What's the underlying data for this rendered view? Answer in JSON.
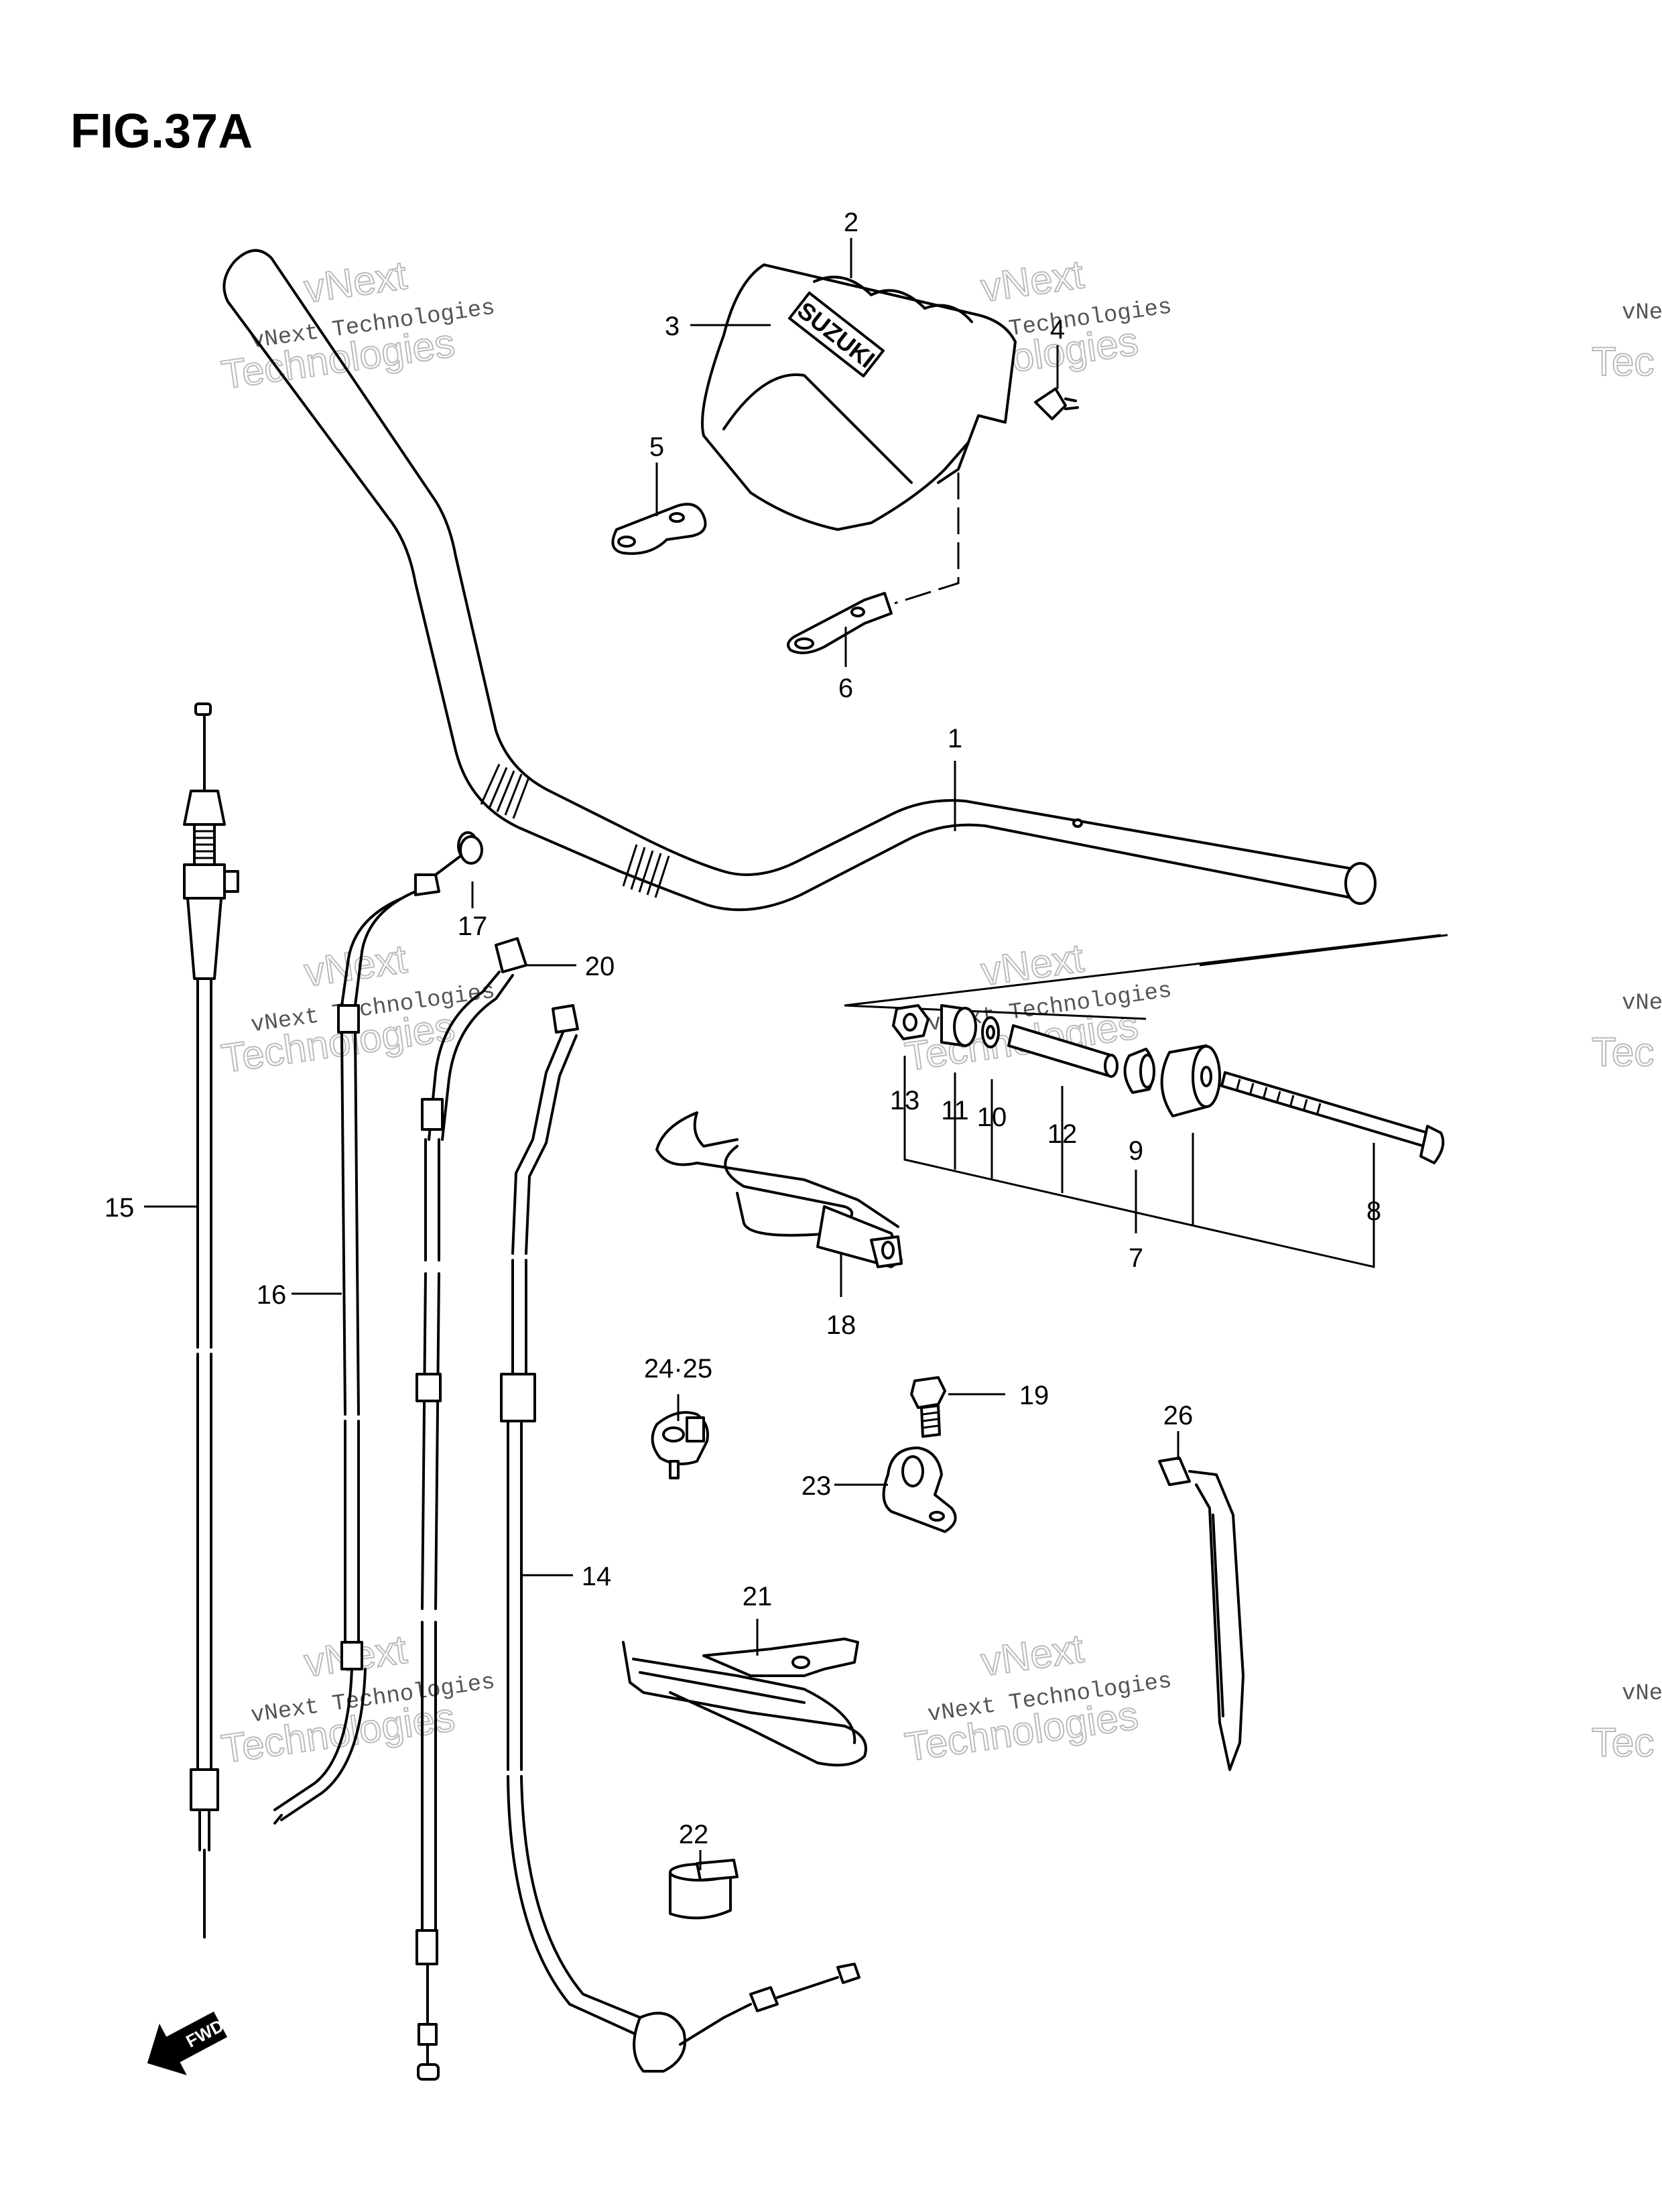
{
  "figure": {
    "title": "FIG.37A",
    "brand_mark": "SUZUKI",
    "fwd_mark": "FWD"
  },
  "watermark": {
    "line1": "vNext Technologies",
    "line2": "vNext",
    "line3": "Technologies",
    "cut1": "vNe",
    "cut3": "Tec"
  },
  "callouts": [
    {
      "id": "1",
      "text": "1"
    },
    {
      "id": "2",
      "text": "2"
    },
    {
      "id": "3",
      "text": "3"
    },
    {
      "id": "4",
      "text": "4"
    },
    {
      "id": "5",
      "text": "5"
    },
    {
      "id": "6",
      "text": "6"
    },
    {
      "id": "7",
      "text": "7"
    },
    {
      "id": "8",
      "text": "8"
    },
    {
      "id": "9",
      "text": "9"
    },
    {
      "id": "10",
      "text": "10"
    },
    {
      "id": "11",
      "text": "11"
    },
    {
      "id": "12",
      "text": "12"
    },
    {
      "id": "13",
      "text": "13"
    },
    {
      "id": "14",
      "text": "14"
    },
    {
      "id": "15",
      "text": "15"
    },
    {
      "id": "16",
      "text": "16"
    },
    {
      "id": "17",
      "text": "17"
    },
    {
      "id": "18",
      "text": "18"
    },
    {
      "id": "19",
      "text": "19"
    },
    {
      "id": "20",
      "text": "20"
    },
    {
      "id": "21",
      "text": "21"
    },
    {
      "id": "22",
      "text": "22"
    },
    {
      "id": "23",
      "text": "23"
    },
    {
      "id": "24-25",
      "text": "24·25"
    },
    {
      "id": "26",
      "text": "26"
    }
  ]
}
